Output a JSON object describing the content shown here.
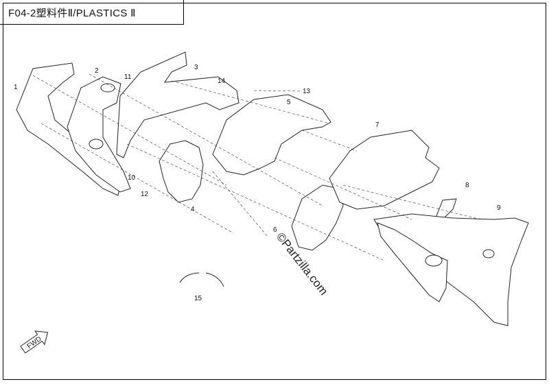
{
  "header": {
    "title": "F04-2塑料件Ⅱ/PLASTICS Ⅱ"
  },
  "callouts": [
    "1",
    "2",
    "3",
    "4",
    "5",
    "6",
    "7",
    "8",
    "9",
    "10",
    "11",
    "12",
    "13",
    "14",
    "15"
  ],
  "watermark": "©Partzilla.com",
  "fwd_label": "FWD"
}
